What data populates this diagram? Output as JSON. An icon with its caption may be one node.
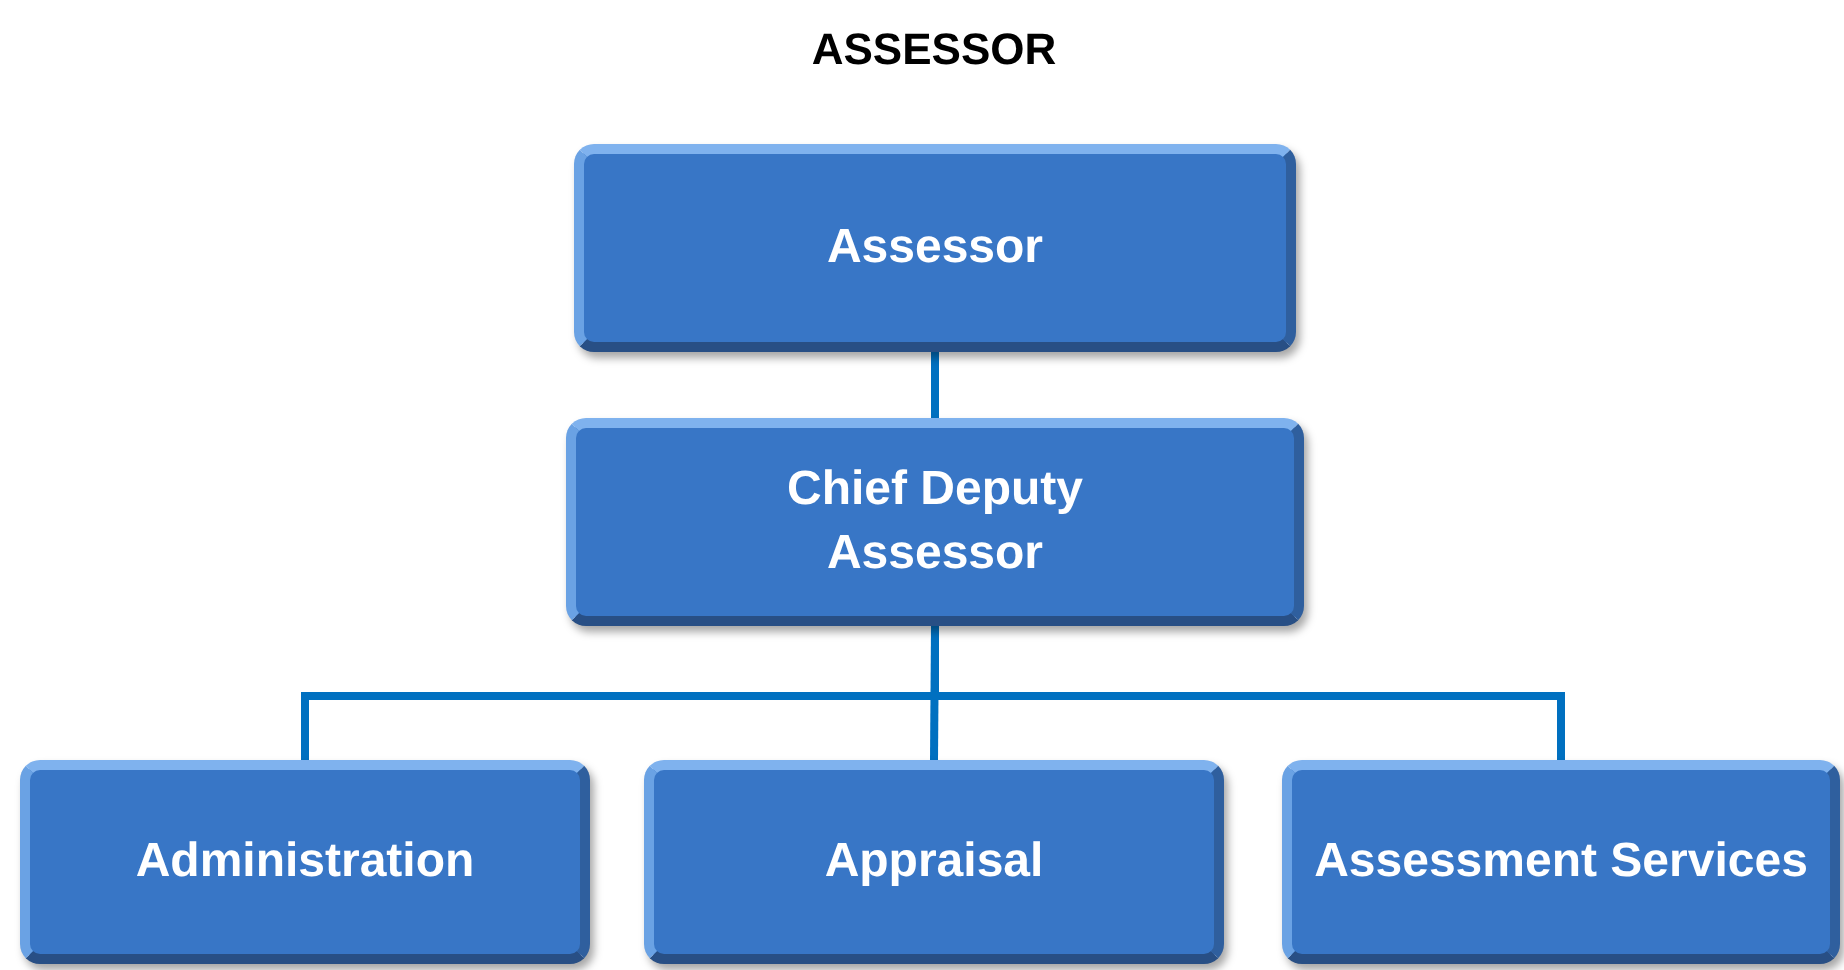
{
  "diagram": {
    "title": "ASSESSOR",
    "nodes": [
      {
        "text": [
          "Assessor"
        ]
      },
      {
        "text": [
          "Chief Deputy Assessor"
        ]
      },
      {
        "text": [
          "Administration"
        ]
      },
      {
        "text": [
          "Appraisal"
        ]
      },
      {
        "text": [
          "Assessment Services"
        ]
      }
    ],
    "edges": [
      {
        "from": 0,
        "to": 1,
        "arrow": "none"
      },
      {
        "from": 1,
        "to": 2,
        "arrow": "none"
      },
      {
        "from": 1,
        "to": 3,
        "arrow": "none"
      },
      {
        "from": 1,
        "to": 4,
        "arrow": "none"
      }
    ]
  }
}
